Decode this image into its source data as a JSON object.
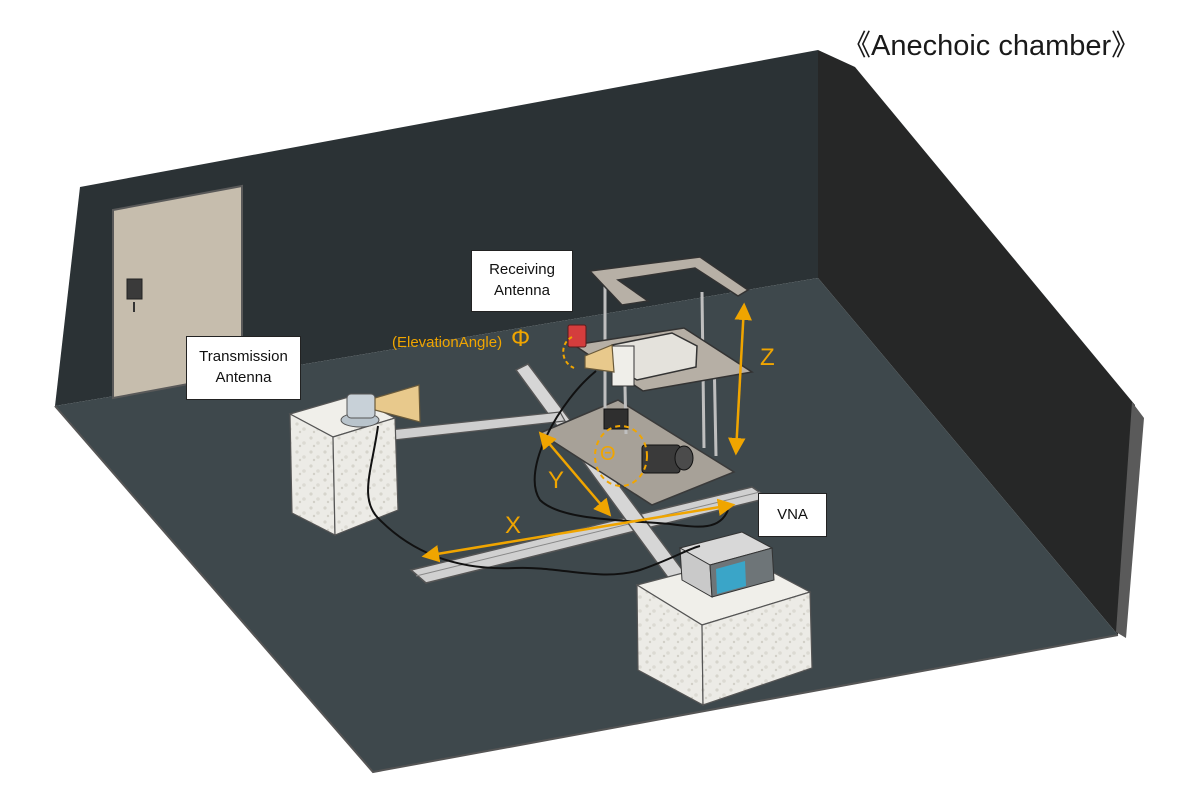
{
  "title": "《Anechoic chamber》",
  "labels": {
    "transmission_antenna": [
      "Transmission",
      "Antenna"
    ],
    "receiving_antenna": [
      "Receiving",
      "Antenna"
    ],
    "vna": "VNA",
    "elevation": "(ElevationAngle)",
    "phi": "Φ",
    "theta": "Θ",
    "x_axis": "X",
    "y_axis": "Y",
    "z_axis": "Z"
  },
  "colors": {
    "floor": "#404a4e",
    "back_wall": "#2b3235",
    "right_wall": "#2e2e2e",
    "pedestal": "#ece9e3",
    "rail": "#cfcfcf",
    "plate": "#aaa49c",
    "accent": "#f0a500",
    "door": "#c7beaf"
  }
}
